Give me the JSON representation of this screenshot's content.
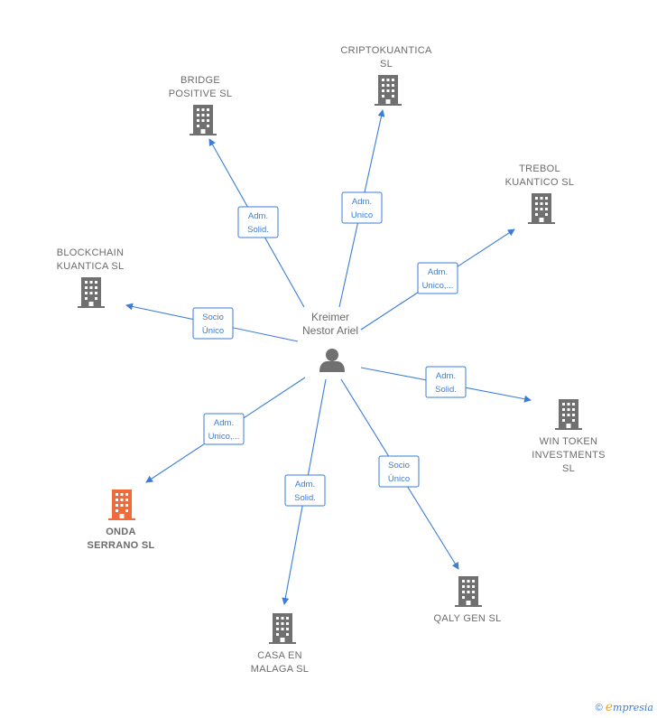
{
  "person": {
    "name_line1": "Kreimer",
    "name_line2": "Nestor Ariel"
  },
  "colors": {
    "edge": "#3b7dd8",
    "building": "#707070",
    "highlight": "#f06a3a"
  },
  "companies": [
    {
      "id": "criptokuantica",
      "lines": [
        "CRIPTOKUANTICA",
        "SL"
      ],
      "relation": [
        "Adm.",
        "Unico"
      ],
      "highlight": false
    },
    {
      "id": "bridge-positive",
      "lines": [
        "BRIDGE",
        "POSITIVE  SL"
      ],
      "relation": [
        "Adm.",
        "Solid."
      ],
      "highlight": false
    },
    {
      "id": "trebol-kuantico",
      "lines": [
        "TREBOL",
        "KUANTICO  SL"
      ],
      "relation": [
        "Adm.",
        "Unico,..."
      ],
      "highlight": false
    },
    {
      "id": "blockchain-kuantica",
      "lines": [
        "BLOCKCHAIN",
        "KUANTICA  SL"
      ],
      "relation": [
        "Socio",
        "Único"
      ],
      "highlight": false
    },
    {
      "id": "win-token",
      "lines": [
        "WIN TOKEN",
        "INVESTMENTS",
        "SL"
      ],
      "relation": [
        "Adm.",
        "Solid."
      ],
      "highlight": false
    },
    {
      "id": "onda-serrano",
      "lines": [
        "ONDA",
        "SERRANO  SL"
      ],
      "relation": [
        "Adm.",
        "Unico,..."
      ],
      "highlight": true
    },
    {
      "id": "casa-en-malaga",
      "lines": [
        "CASA EN",
        "MALAGA  SL"
      ],
      "relation": [
        "Adm.",
        "Solid."
      ],
      "highlight": false
    },
    {
      "id": "qaly-gen",
      "lines": [
        "QALY GEN  SL"
      ],
      "relation": [
        "Socio",
        "Único"
      ],
      "highlight": false
    }
  ],
  "footer": {
    "copyright_symbol": "©",
    "brand_initial": "e",
    "brand_rest": "mpresia"
  }
}
